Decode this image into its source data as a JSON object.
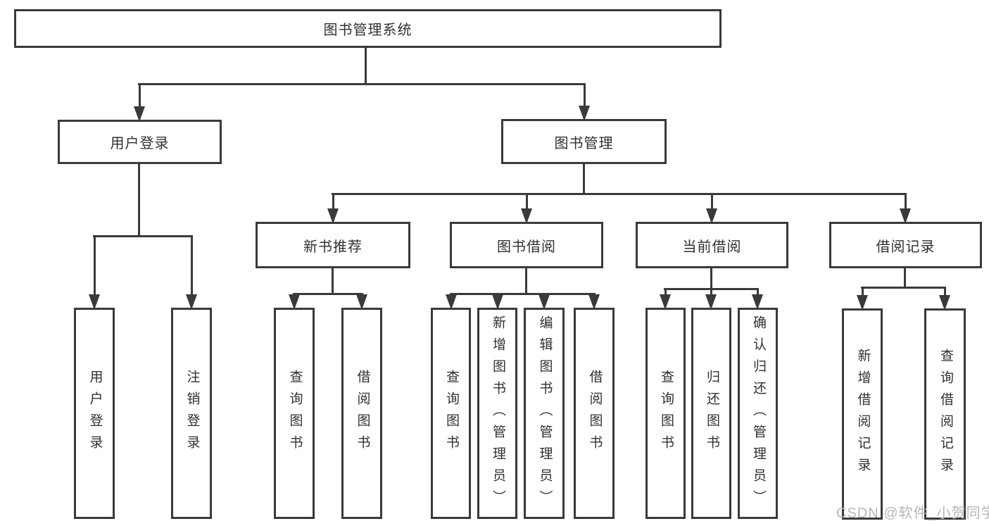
{
  "colors": {
    "line": "#3a3a3a",
    "box_border": "#3a3a3a",
    "text": "#303030",
    "background": "#ffffff",
    "watermark": "#b7b7b9"
  },
  "watermark": {
    "text": "CSDN @软件_小贺同学"
  },
  "diagram": {
    "type": "tree",
    "root": {
      "label": "图书管理系统"
    },
    "level1": [
      {
        "label": "用户登录",
        "children": [
          {
            "label": "用户登录"
          },
          {
            "label": "注销登录"
          }
        ]
      },
      {
        "label": "图书管理",
        "children": [
          {
            "label": "新书推荐",
            "children": [
              {
                "label": "查询图书"
              },
              {
                "label": "借阅图书"
              }
            ]
          },
          {
            "label": "图书借阅",
            "children": [
              {
                "label": "查询图书"
              },
              {
                "label": "新增图书（管理员）"
              },
              {
                "label": "编辑图书（管理员）"
              },
              {
                "label": "借阅图书"
              }
            ]
          },
          {
            "label": "当前借阅",
            "children": [
              {
                "label": "查询图书"
              },
              {
                "label": "归还图书"
              },
              {
                "label": "确认归还（管理员）"
              }
            ]
          },
          {
            "label": "借阅记录",
            "children": [
              {
                "label": "新增借阅记录"
              },
              {
                "label": "查询借阅记录"
              }
            ]
          }
        ]
      }
    ]
  }
}
